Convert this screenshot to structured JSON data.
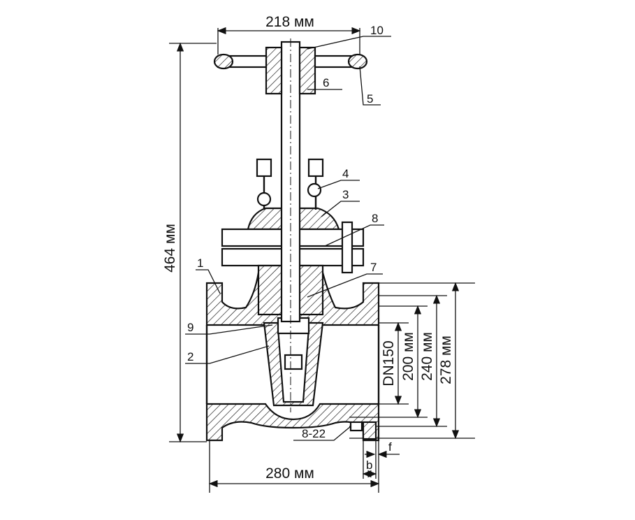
{
  "dimensions": {
    "handwheel_width": "218 мм",
    "total_height": "464 мм",
    "face_to_face": "280 мм",
    "nominal_diameter": "DN150",
    "d200": "200 мм",
    "d240": "240 мм",
    "d278": "278 мм",
    "bolt_holes": "8-22",
    "f": "f",
    "b": "b"
  },
  "callouts": [
    "1",
    "2",
    "3",
    "4",
    "5",
    "6",
    "7",
    "8",
    "9",
    "10"
  ]
}
